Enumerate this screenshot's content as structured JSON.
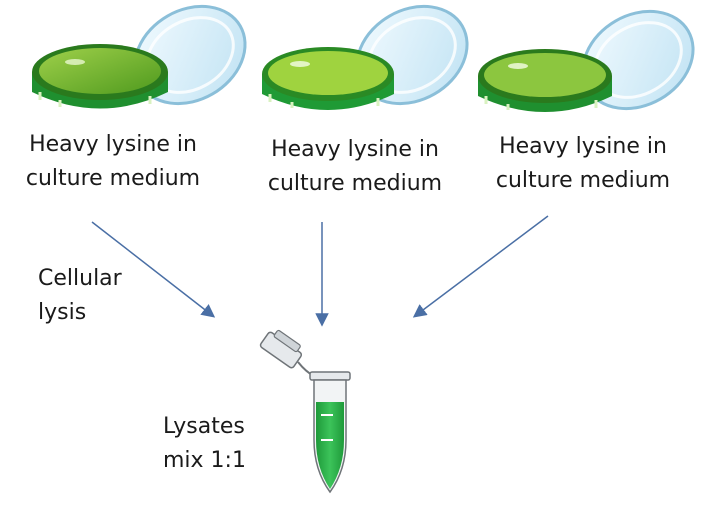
{
  "dishes": [
    {
      "line1": "Heavy lysine in",
      "line2": "culture medium"
    },
    {
      "line1": "Heavy lysine in",
      "line2": "culture medium"
    },
    {
      "line1": "Heavy lysine in",
      "line2": "culture medium"
    }
  ],
  "lysis": {
    "line1": "Cellular",
    "line2": "lysis"
  },
  "mix": {
    "line1": "Lysates",
    "line2": "mix 1:1"
  },
  "colors": {
    "medium_dark": "#4f9a1e",
    "medium_light": "#8cc63f",
    "dish_green": "#1f8f2f",
    "lid_blue": "#d7eef8",
    "lid_edge": "#7fb8d8",
    "arrow": "#4a6fa5",
    "tube_liquid": "#2fb34a"
  }
}
